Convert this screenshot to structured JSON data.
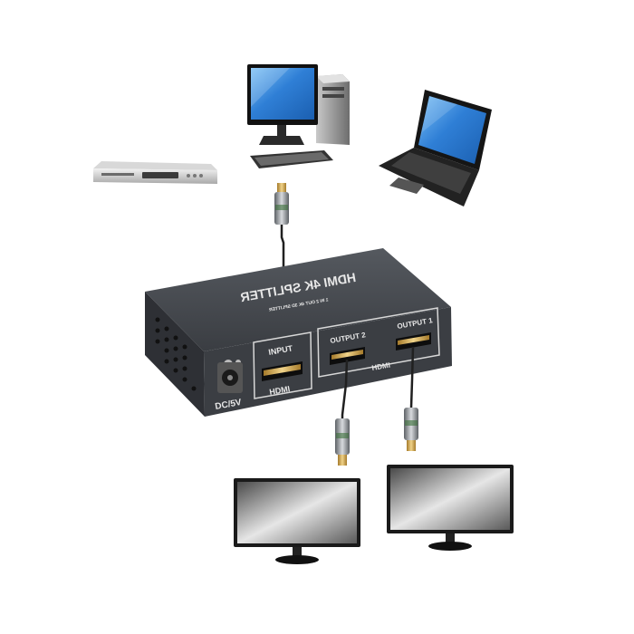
{
  "splitter": {
    "brand_title": "HDMI 4K SPLITTER",
    "subtitle": "1 IN 2 OUT 4K 3D SPLITTER",
    "input_label": "INPUT",
    "input_hdmi": "HDMI",
    "output2_label": "OUTPUT 2",
    "output1_label": "OUTPUT 1",
    "outputs_hdmi": "HDMI",
    "power_label": "DC/5V"
  },
  "sources": [
    "dvd-player",
    "desktop-computer",
    "laptop"
  ],
  "displays": [
    "monitor-left",
    "monitor-right"
  ],
  "colors": {
    "screen": "#2f7fd6",
    "chassis": "#3a3d42",
    "cable": "#202020",
    "connector": "#9aa0a6"
  }
}
